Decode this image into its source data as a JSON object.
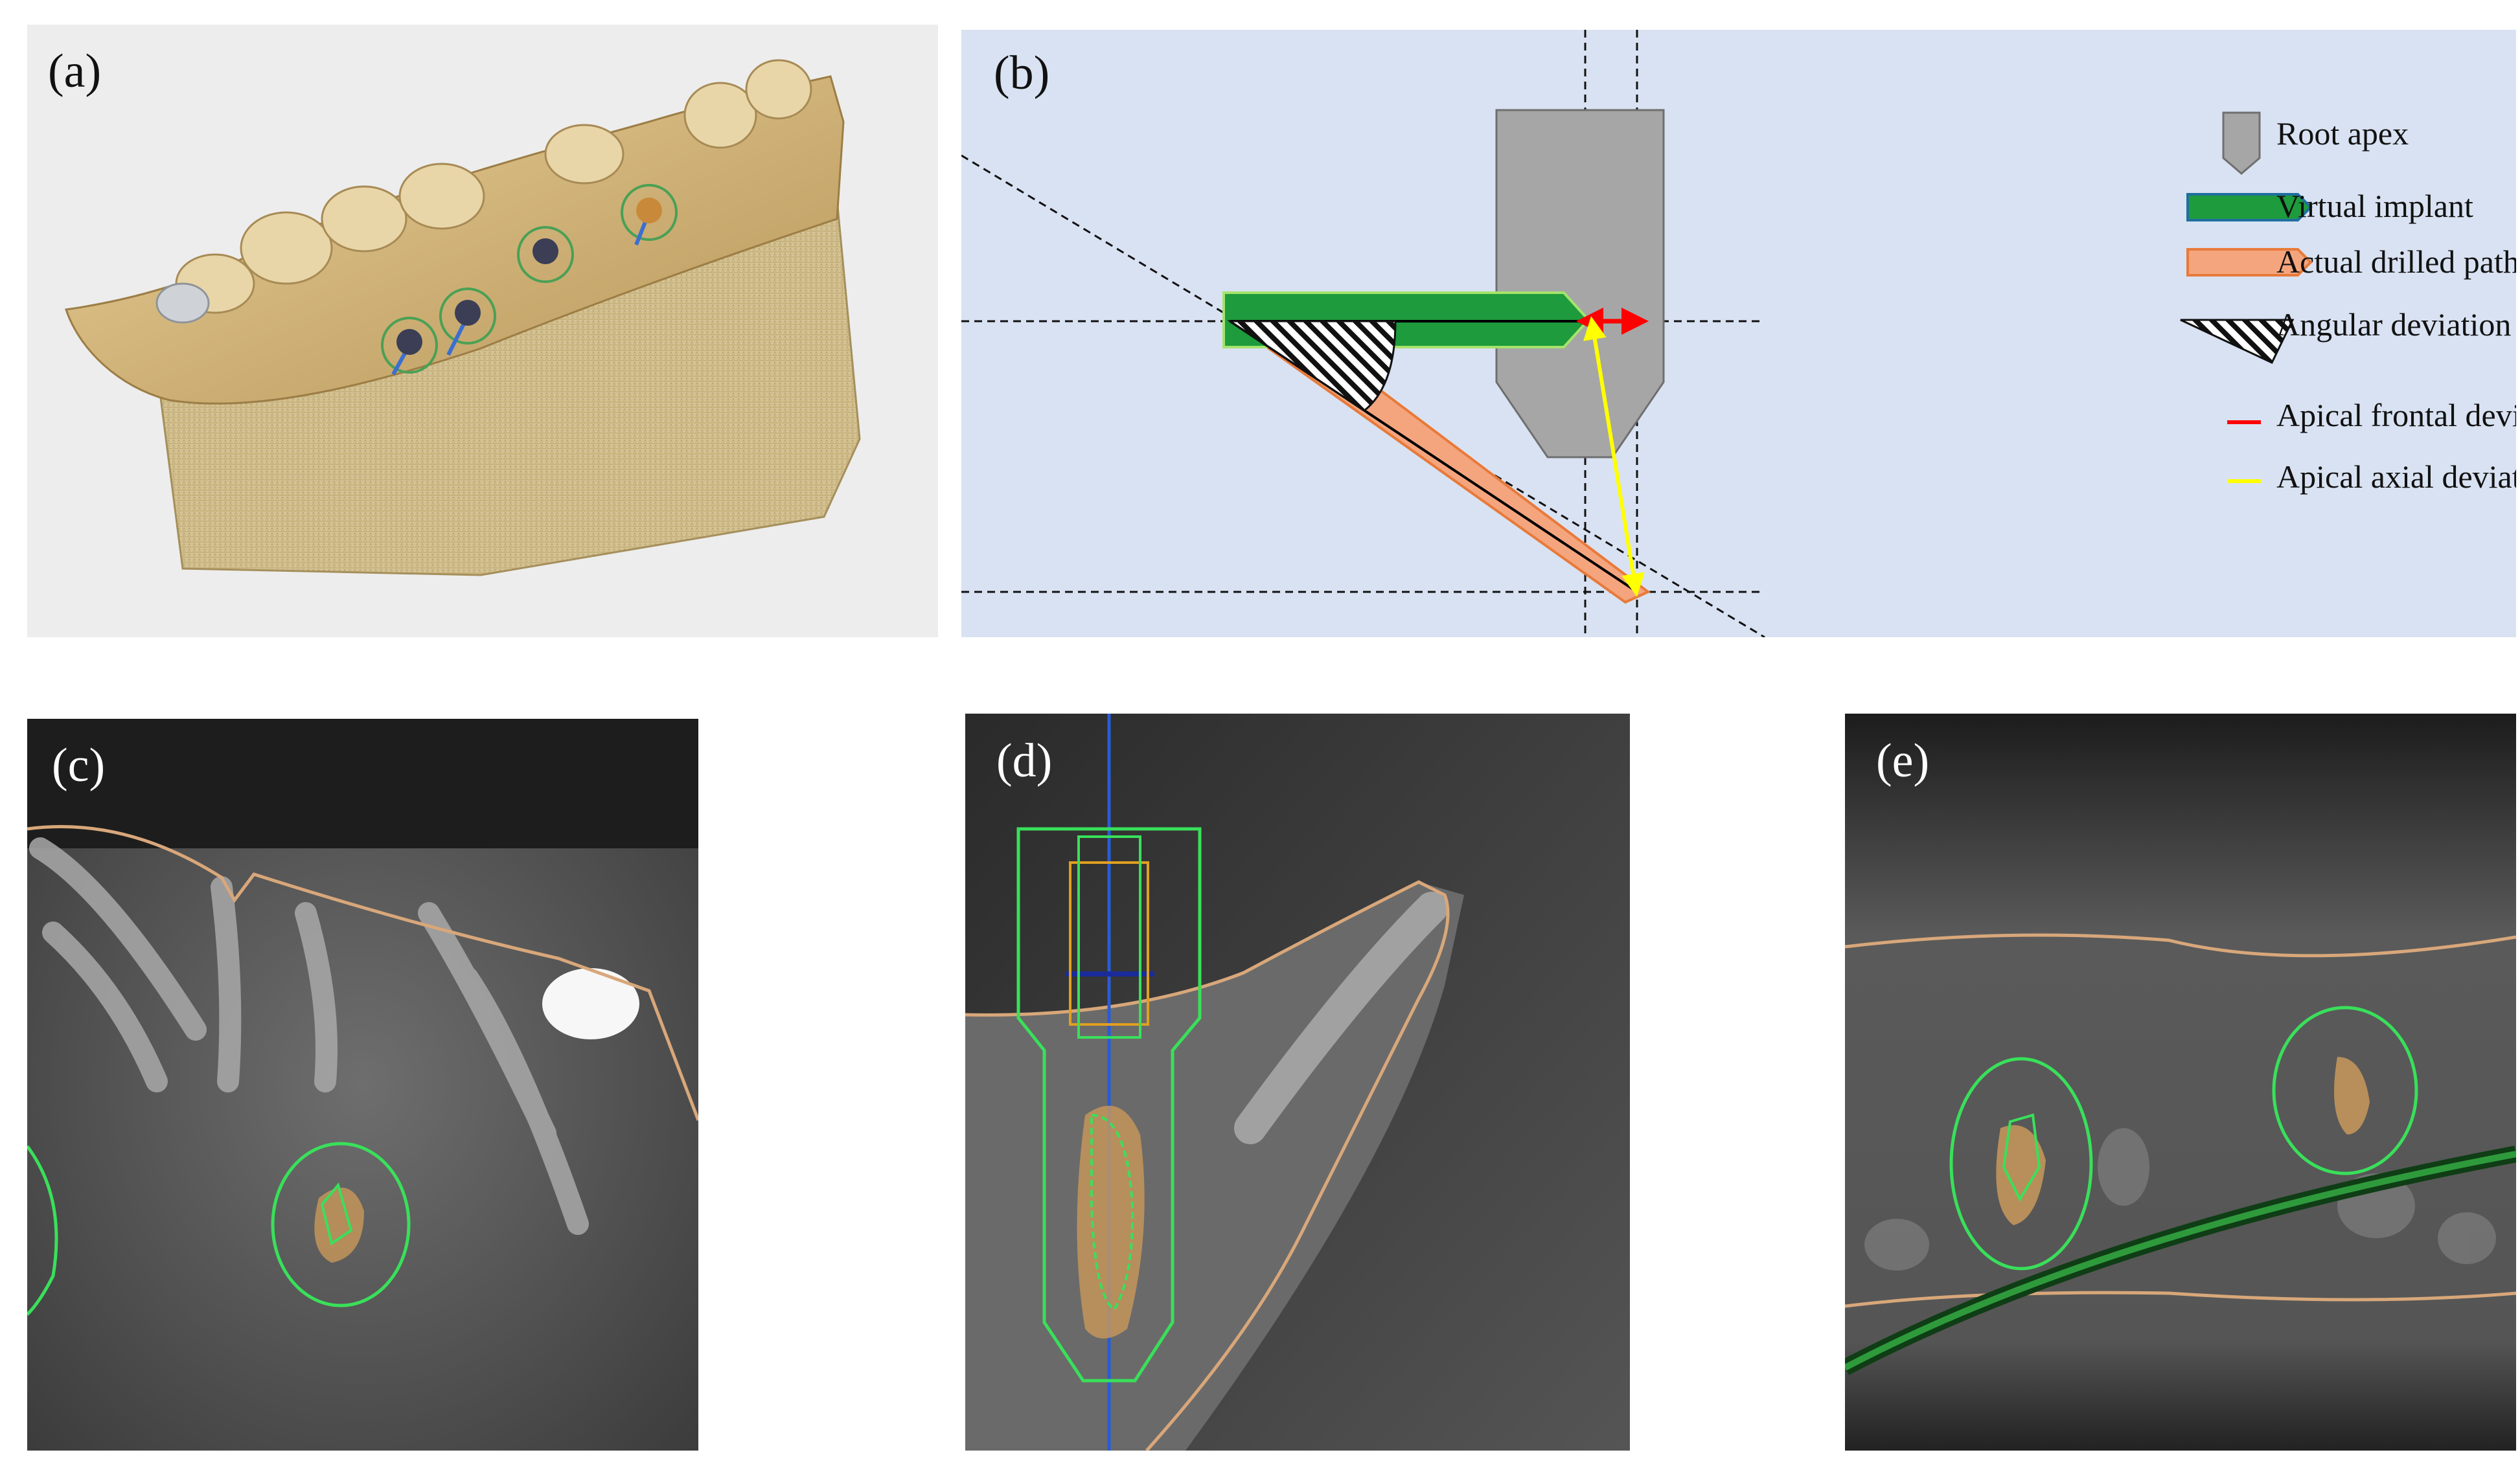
{
  "panels": {
    "a": {
      "label": "(a)"
    },
    "b": {
      "label": "(b)"
    },
    "c": {
      "label": "(c)"
    },
    "d": {
      "label": "(d)"
    },
    "e": {
      "label": "(e)"
    }
  },
  "legend": {
    "root_apex": "Root apex",
    "virtual_implant": "Virtual implant",
    "actual_drilled_path": "Actual drilled path",
    "angular_deviation": "Angular deviation frontal plane",
    "apical_frontal": "Apical frontal deviation (in mm)",
    "apical_axial": "Apical axial deviation (in mm)"
  },
  "colors": {
    "diagram_bg": "#d9e2f2",
    "virtual_implant": "#1e9b3c",
    "drilled_path": "#f4a57e",
    "root_apex": "#a6a6a6",
    "frontal_deviation": "#ff0000",
    "axial_deviation": "#ffff00",
    "ct_contour_bone": "#d8a77a",
    "ct_contour_implant": "#39e05a",
    "ct_axis": "#2a5bd7"
  }
}
